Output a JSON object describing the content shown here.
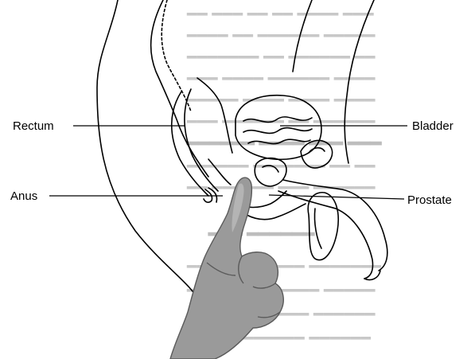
{
  "labels": {
    "rectum": "Rectum",
    "anus": "Anus",
    "bladder": "Bladder",
    "prostate": "Prostate"
  },
  "colors": {
    "line": "#000000",
    "label_text": "#000000",
    "glove": "#9a9a9a",
    "glove_outline": "#5a5a5a",
    "background_text": "#c8c8c8"
  },
  "icons": [
    "anatomy-cross-section-illustration",
    "gloved-hand-illustration"
  ]
}
